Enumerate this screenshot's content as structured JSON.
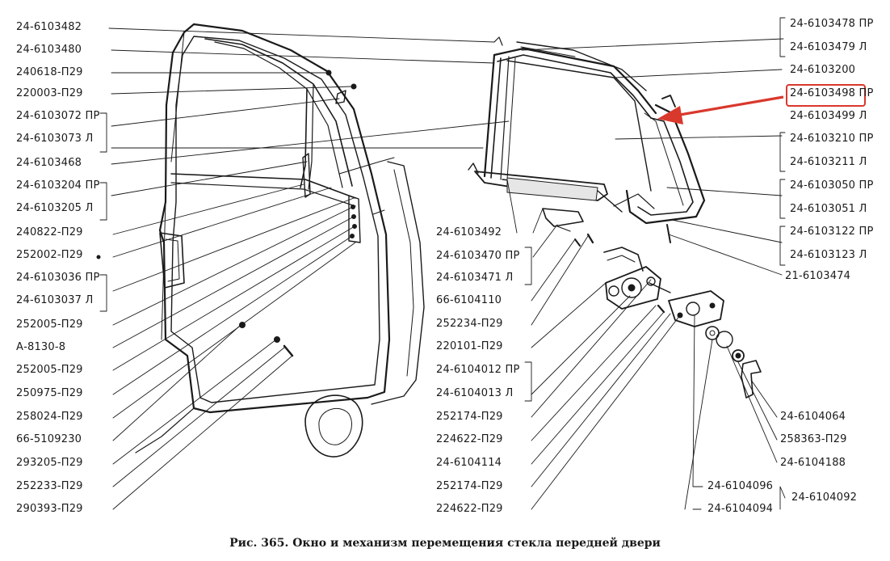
{
  "caption": "Рис. 365. Окно и механизм перемещения стекла передней двери",
  "highlight_color": "#d9382c",
  "highlighted_label": "24-6103498",
  "left_labels": [
    "24-6103482",
    "24-6103480",
    "240618-П29",
    "220003-П29",
    "24-6103072 ПР",
    "24-6103073 Л",
    "24-6103468",
    "24-6103204 ПР",
    "24-6103205 Л",
    "240822-П29",
    "252002-П29",
    "24-6103036 ПР",
    "24-6103037 Л",
    "252005-П29",
    "А-8130-8",
    "252005-П29",
    "250975-П29",
    "258024-П29",
    "66-5109230",
    "293205-П29",
    "252233-П29",
    "290393-П29"
  ],
  "middle_labels": [
    "24-6103492",
    "24-6103470 ПР",
    "24-6103471 Л",
    "66-6104110",
    "252234-П29",
    "220101-П29",
    "24-6104012 ПР",
    "24-6104013 Л",
    "252174-П29",
    "224622-П29",
    "24-6104114",
    "252174-П29",
    "224622-П29"
  ],
  "right_labels": [
    "24-6103478 ПР",
    "24-6103479 Л",
    "24-6103200",
    "24-6103498 ПР",
    "24-6103499 Л",
    "24-6103210 ПР",
    "24-6103211 Л",
    "24-6103050 ПР",
    "24-6103051 Л",
    "24-6103122 ПР",
    "24-6103123 Л",
    "21-6103474"
  ],
  "lower_right_labels": [
    "24-6104064",
    "258363-П29",
    "24-6104188",
    "24-6104096",
    "24-6104092",
    "24-6104094"
  ]
}
